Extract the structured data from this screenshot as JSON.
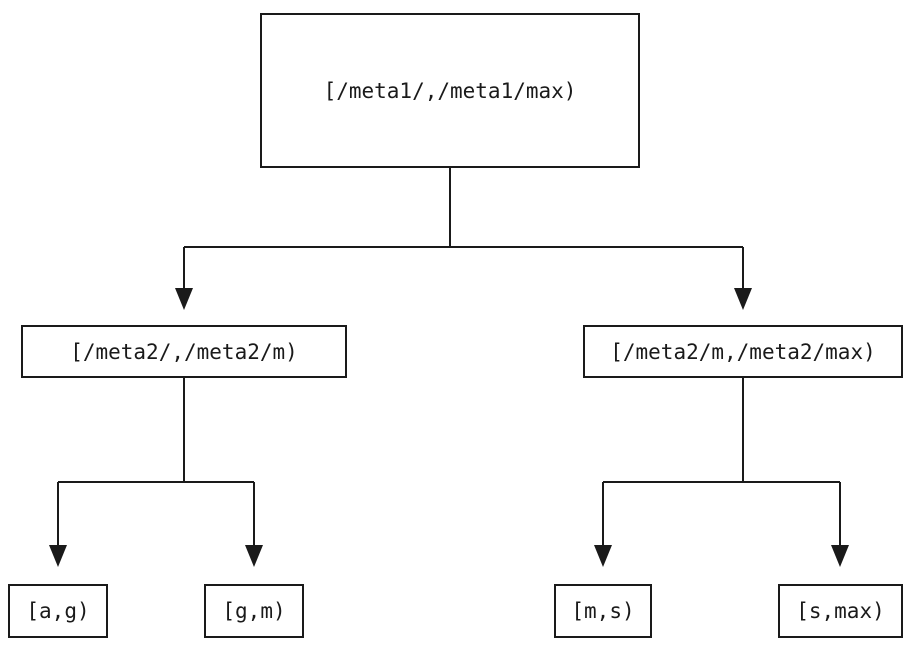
{
  "diagram": {
    "type": "tree",
    "root": {
      "label": "[/meta1/,/meta1/max)"
    },
    "level2": [
      {
        "label": "[/meta2/,/meta2/m)",
        "parent": "root"
      },
      {
        "label": "[/meta2/m,/meta2/max)",
        "parent": "root"
      }
    ],
    "leaves": [
      {
        "label": "[a,g)",
        "parent": "[/meta2/,/meta2/m)"
      },
      {
        "label": "[g,m)",
        "parent": "[/meta2/,/meta2/m)"
      },
      {
        "label": "[m,s)",
        "parent": "[/meta2/m,/meta2/max)"
      },
      {
        "label": "[s,max)",
        "parent": "[/meta2/m,/meta2/max)"
      }
    ]
  },
  "colors": {
    "line": "#1a1a1a",
    "background": "#ffffff",
    "text": "#1a1a1a"
  }
}
